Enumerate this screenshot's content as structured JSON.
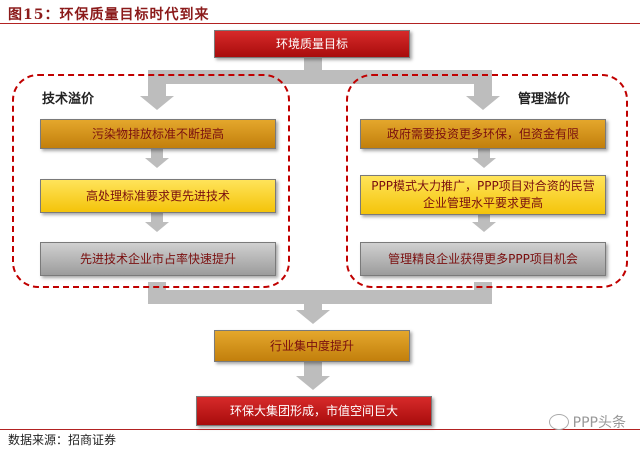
{
  "figure": {
    "title": "图15：环保质量目标时代到来",
    "source": "数据来源：招商证券",
    "watermark": "PPP头条"
  },
  "diagram": {
    "top": "环境质量目标",
    "left_group": {
      "label": "技术溢价",
      "steps": [
        "污染物排放标准不断提高",
        "高处理标准要求更先进技术",
        "先进技术企业市占率快速提升"
      ]
    },
    "right_group": {
      "label": "管理溢价",
      "steps": [
        "政府需要投资更多环保，但资金有限",
        "PPP模式大力推广，PPP项目对合资的民营企业管理水平要求更高",
        "管理精良企业获得更多PPP项目机会"
      ]
    },
    "middle": "行业集中度提升",
    "bottom": "环保大集团形成，市值空间巨大"
  },
  "colors": {
    "accent_red": "#c00000",
    "gold": "#d9961c",
    "yellow": "#f7d21e",
    "gray": "#b5b5b5"
  }
}
